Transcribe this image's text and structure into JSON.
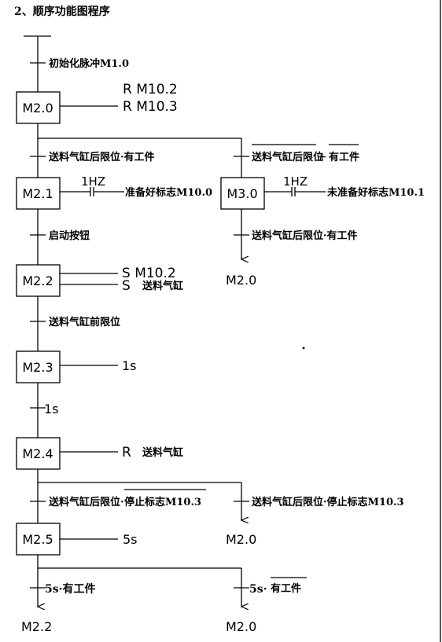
{
  "title": "2、顺序功能图程序",
  "steps": {
    "m20": "M2.0",
    "m21": "M2.1",
    "m30": "M3.0",
    "m22": "M2.2",
    "m23": "M2.3",
    "m24": "M2.4",
    "m25": "M2.5"
  },
  "transitions": {
    "t_init": "初始化脉冲M1.0",
    "t_left1": "送料气缸后限位·有工件",
    "t_right1_a": "送料气缸后限位",
    "t_right1_plus": "+",
    "t_right1_b": "有工件",
    "t_m30_out": "送料气缸后限位·有工件",
    "t_start": "启动按钮",
    "t_front": "送料气缸前限位",
    "t_1s": "1s",
    "t_left5_a": "送料气缸后限位·",
    "t_left5_b": "停止标志M10.3",
    "t_right5": "送料气缸后限位·停止标志M10.3",
    "t_left6": "5s·有工件",
    "t_right6_a": "5s·",
    "t_right6_b": "有工件"
  },
  "actions": {
    "m20_a1": "R  M10.2",
    "m20_a2": "R  M10.3",
    "hz1": "1HZ",
    "m21_act": "准备好标志M10.0",
    "hz2": "1HZ",
    "m30_act": "未准备好标志M10.1",
    "m22_a1": "S  M10.2",
    "m22_a2_s": "S",
    "m22_a2_t": "送料气缸",
    "m23_act": "1s",
    "m24_r": "R",
    "m24_t": "送料气缸",
    "m25_act": "5s"
  },
  "targets": {
    "m30_to": "M2.0",
    "right5_to": "M2.0",
    "left6_to": "M2.2",
    "right6_to": "M2.0"
  }
}
